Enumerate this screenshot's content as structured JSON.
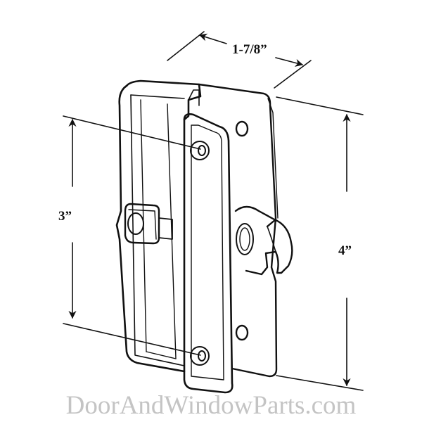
{
  "diagram": {
    "subject": "sliding screen door latch",
    "dimensions": {
      "width": "1-7/8”",
      "hole_spacing": "3”",
      "height": "4”"
    },
    "line_color": "#111111"
  },
  "watermark": {
    "text": "DoorAndWindowParts.com",
    "color": "#c4c4c4"
  }
}
